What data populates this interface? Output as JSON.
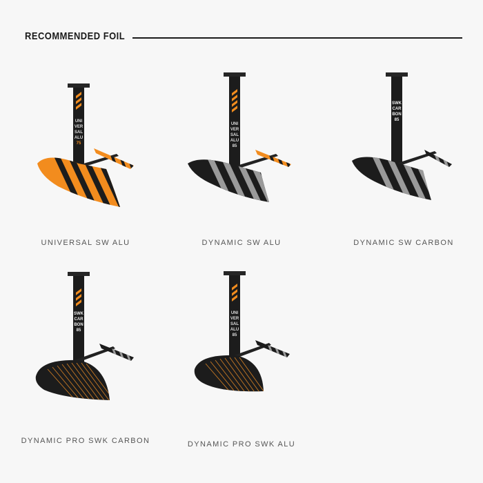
{
  "header": {
    "title": "RECOMMENDED FOIL"
  },
  "products": [
    {
      "name": "UNIVERSAL SW ALU",
      "mast_text": [
        "UNI",
        "VER",
        "SAL",
        "ALU",
        "75"
      ],
      "mast_accent": "#f28c1e",
      "wing_style": "orange",
      "stab_style": "orange"
    },
    {
      "name": "DYNAMIC SW ALU",
      "mast_text": [
        "UNI",
        "VER",
        "SAL",
        "ALU",
        "85"
      ],
      "mast_accent": "#f28c1e",
      "wing_style": "black-grey",
      "stab_style": "orange"
    },
    {
      "name": "DYNAMIC SW CARBON",
      "mast_text": [
        "SWK",
        "CAR",
        "BON",
        "85"
      ],
      "mast_accent": "#ffffff",
      "wing_style": "black-grey",
      "stab_style": "grey"
    },
    {
      "name": "DYNAMIC PRO SWK CARBON",
      "mast_text": [
        "SWK",
        "CAR",
        "BON",
        "85"
      ],
      "mast_accent": "#f28c1e",
      "wing_style": "black-orange-lines",
      "stab_style": "grey"
    },
    {
      "name": "DYNAMIC PRO SWK ALU",
      "mast_text": [
        "UNI",
        "VER",
        "SAL",
        "ALU",
        "85"
      ],
      "mast_accent": "#f28c1e",
      "wing_style": "black-orange-lines",
      "stab_style": "grey"
    }
  ],
  "colors": {
    "orange": "#f28c1e",
    "black": "#1c1c1c",
    "grey": "#9a9a9a",
    "background": "#f7f7f7"
  }
}
